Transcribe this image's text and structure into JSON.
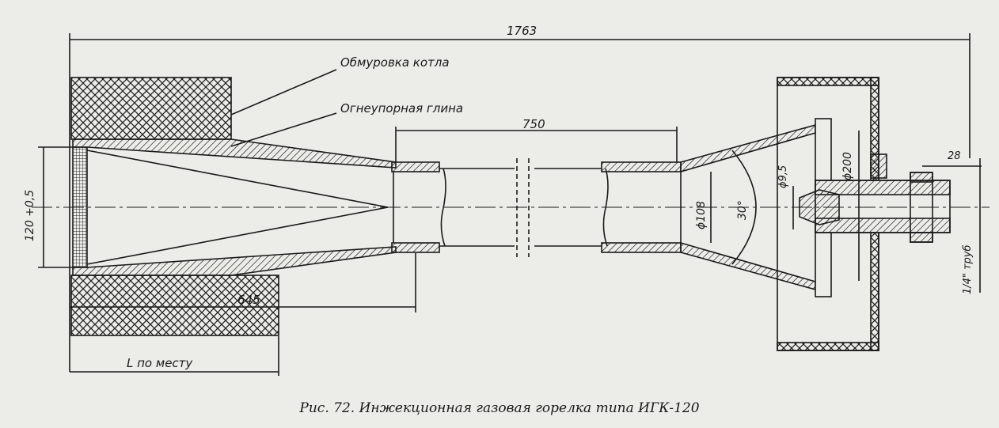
{
  "figure": {
    "caption": "Рис. 72. Инжекционная газовая горелка типа ИГК-120",
    "dimensions": {
      "overall_length": "1763",
      "mixer_length": "750",
      "inlet_diameter": "120 +0,5",
      "cone_length": "645",
      "wall_length": "L по месту",
      "pipe_diameter": "ϕ108",
      "angle": "30°",
      "nozzle_diameter": "ϕ9,5",
      "flange_diameter": "ϕ200",
      "thread_length": "28",
      "pipe_thread": "1/4\" труб"
    },
    "callouts": {
      "masonry": "Обмуровка котла",
      "refractory": "Огнеупорная глина"
    }
  }
}
